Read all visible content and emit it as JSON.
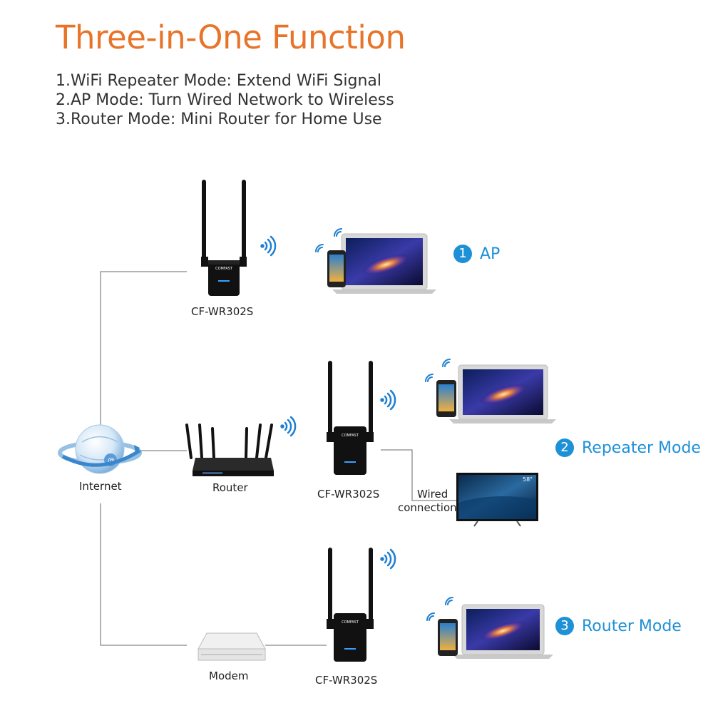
{
  "header": {
    "title": "Three-in-One Function",
    "modes": [
      "1.WiFi Repeater Mode: Extend WiFi Signal",
      "2.AP Mode: Turn Wired Network to Wireless",
      "3.Router Mode:  Mini Router for Home Use"
    ]
  },
  "diagram": {
    "internet_label": "Internet",
    "router_label": "Router",
    "modem_label": "Modem",
    "device_labels": [
      "CF-WR302S",
      "CF-WR302S",
      "CF-WR302S"
    ],
    "brand_text": "COMFAST",
    "wired_label_line1": "Wired",
    "wired_label_line2": "connection",
    "tv_size": "58\"",
    "modes": [
      {
        "number": "1",
        "label": "AP"
      },
      {
        "number": "2",
        "label": "Repeater Mode"
      },
      {
        "number": "3",
        "label": "Router Mode"
      }
    ]
  },
  "colors": {
    "title": "#e8742a",
    "accent_blue": "#1e90d6",
    "line": "#888888",
    "device": "#111111"
  }
}
